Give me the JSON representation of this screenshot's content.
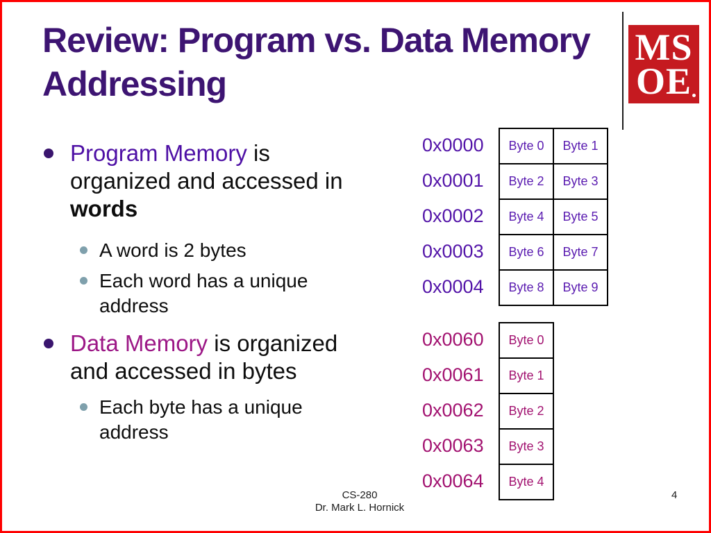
{
  "slide": {
    "title": "Review: Program vs. Data Memory Addressing",
    "page_number": "4",
    "footer_line1": "CS-280",
    "footer_line2": "Dr. Mark L. Hornick"
  },
  "logo": {
    "line1": "MS",
    "line2": "OE"
  },
  "bullets": {
    "b1": {
      "highlight": "Program Memory",
      "after": " is",
      "line2": "organized and accessed in",
      "bold": "words"
    },
    "b1_sub1": "A word is 2 bytes",
    "b1_sub2": "Each word has a unique address",
    "b2": {
      "highlight": "Data Memory",
      "after": " is organized",
      "line2": "and accessed in bytes"
    },
    "b2_sub1": "Each byte has a unique address"
  },
  "word_memory": {
    "addresses": [
      "0x0000",
      "0x0001",
      "0x0002",
      "0x0003",
      "0x0004"
    ],
    "rows": [
      [
        "Byte 0",
        "Byte 1"
      ],
      [
        "Byte 2",
        "Byte 3"
      ],
      [
        "Byte 4",
        "Byte 5"
      ],
      [
        "Byte 6",
        "Byte 7"
      ],
      [
        "Byte 8",
        "Byte 9"
      ]
    ]
  },
  "data_memory": {
    "addresses": [
      "0x0060",
      "0x0061",
      "0x0062",
      "0x0063",
      "0x0064"
    ],
    "rows": [
      "Byte 0",
      "Byte 1",
      "Byte 2",
      "Byte 3",
      "Byte 4"
    ]
  },
  "colors": {
    "title_purple": "#3d1472",
    "program_accent": "#4e10a5",
    "data_accent": "#9c1786",
    "logo_red": "#c51a20",
    "sub_bullet_gray": "#7fa0ac",
    "border_red": "#fe0000"
  }
}
